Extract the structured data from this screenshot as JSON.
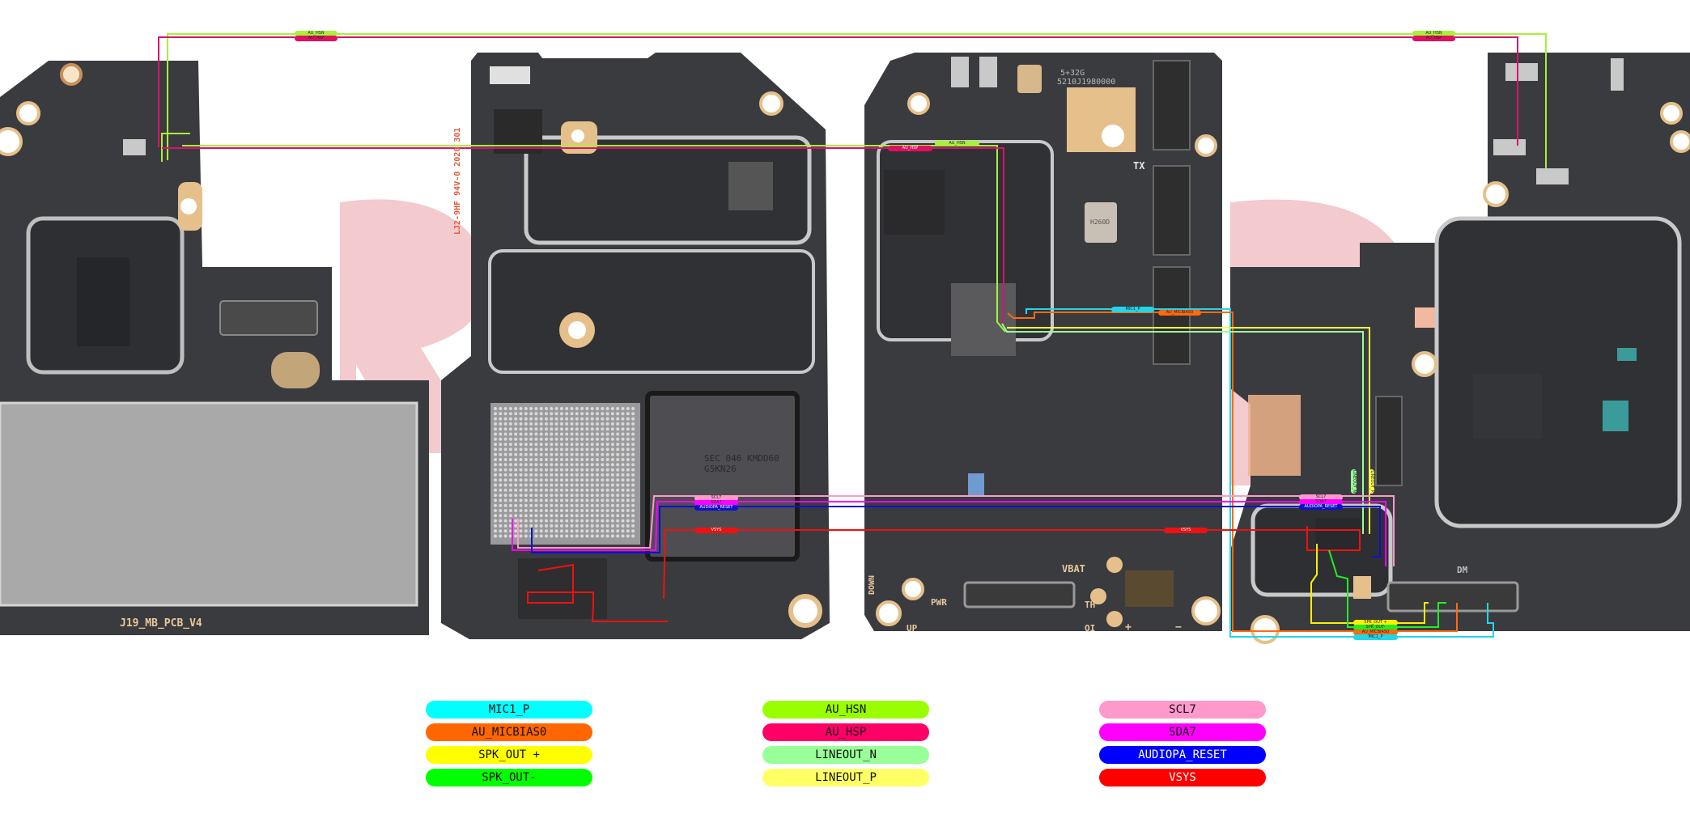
{
  "diagram": {
    "boards": {
      "left_label": "J19_MB_PCB_V4",
      "silk_left_chip": "LJ2-9HF 94V-0 2020 301",
      "silk_mid_top": "5+32G",
      "silk_mid_code": "5210J1980000",
      "silk_tx": "TX",
      "silk_vbat": "VBAT",
      "silk_pwr": "PWR",
      "silk_up": "UP",
      "silk_down": "DOWN",
      "silk_th": "TH",
      "silk_qi": "QI",
      "silk_plus": "+",
      "silk_minus": "−",
      "silk_dm": "DM",
      "chip_emmc": "SEC 046 KMDD60 G5KN26",
      "chip_h260d": "H260D"
    },
    "trace_tags": {
      "au_hsn": "AU_HSN",
      "au_hsp": "AU_HSP",
      "mic1_p": "MIC1_P",
      "au_micbias0": "AU_MICBIAS0",
      "scl7": "SCL7",
      "sda7": "SDA7",
      "audiopa_reset": "AUDIOPA_RESET",
      "vsys": "VSYS",
      "spk_out_p": "SPK_OUT +",
      "spk_out_n": "SPK_OUT-",
      "lineout_n": "LINEOUT_N",
      "lineout_p": "LINEOUT_P"
    }
  },
  "legend": {
    "columns": [
      [
        {
          "label": "MIC1_P",
          "color": "#00ffff"
        },
        {
          "label": "AU_MICBIAS0",
          "color": "#ff6600"
        },
        {
          "label": "SPK_OUT +",
          "color": "#ffff00"
        },
        {
          "label": "SPK_OUT-",
          "color": "#00ff00"
        }
      ],
      [
        {
          "label": "AU_HSN",
          "color": "#99ff00"
        },
        {
          "label": "AU_HSP",
          "color": "#ff0066"
        },
        {
          "label": "LINEOUT_N",
          "color": "#99ff99"
        },
        {
          "label": "LINEOUT_P",
          "color": "#ffff66"
        }
      ],
      [
        {
          "label": "SCL7",
          "color": "#ff99cc"
        },
        {
          "label": "SDA7",
          "color": "#ff00ff"
        },
        {
          "label": "AUDIOPA_RESET",
          "color": "#0000ff"
        },
        {
          "label": "VSYS",
          "color": "#ff0000"
        }
      ]
    ]
  },
  "colors": {
    "pcb": "#3a3b3f",
    "pcb_dark": "#2c2d30",
    "shield": "#c9c9c9",
    "pad_gold": "#e6c08a",
    "watermark": "#e8a0a4"
  }
}
